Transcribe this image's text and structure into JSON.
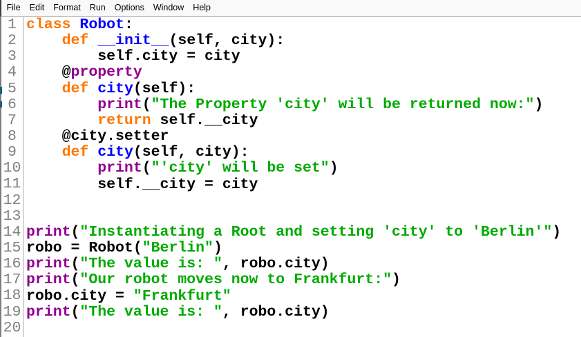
{
  "menubar": {
    "items": [
      "File",
      "Edit",
      "Format",
      "Run",
      "Options",
      "Window",
      "Help"
    ]
  },
  "editor": {
    "language": "python",
    "lines": [
      {
        "n": "1",
        "tokens": [
          [
            "k",
            "class"
          ],
          [
            "p",
            " "
          ],
          [
            "d",
            "Robot"
          ],
          [
            "p",
            ":"
          ]
        ]
      },
      {
        "n": "2",
        "tokens": [
          [
            "p",
            "    "
          ],
          [
            "k",
            "def"
          ],
          [
            "p",
            " "
          ],
          [
            "d",
            "__init__"
          ],
          [
            "p",
            "(self, city):"
          ]
        ]
      },
      {
        "n": "3",
        "tokens": [
          [
            "p",
            "        self.city = city"
          ]
        ]
      },
      {
        "n": "4",
        "tokens": [
          [
            "p",
            "    @"
          ],
          [
            "b",
            "property"
          ]
        ]
      },
      {
        "n": "5",
        "tokens": [
          [
            "p",
            "    "
          ],
          [
            "k",
            "def"
          ],
          [
            "p",
            " "
          ],
          [
            "d",
            "city"
          ],
          [
            "p",
            "(self):"
          ]
        ]
      },
      {
        "n": "6",
        "tokens": [
          [
            "p",
            "        "
          ],
          [
            "b",
            "print"
          ],
          [
            "p",
            "("
          ],
          [
            "s",
            "\"The Property 'city' will be returned now:\""
          ],
          [
            "p",
            ")"
          ]
        ]
      },
      {
        "n": "7",
        "tokens": [
          [
            "p",
            "        "
          ],
          [
            "k",
            "return"
          ],
          [
            "p",
            " self.__city"
          ]
        ]
      },
      {
        "n": "8",
        "tokens": [
          [
            "p",
            "    @city.setter"
          ]
        ]
      },
      {
        "n": "9",
        "tokens": [
          [
            "p",
            "    "
          ],
          [
            "k",
            "def"
          ],
          [
            "p",
            " "
          ],
          [
            "d",
            "city"
          ],
          [
            "p",
            "(self, city):"
          ]
        ]
      },
      {
        "n": "10",
        "tokens": [
          [
            "p",
            "        "
          ],
          [
            "b",
            "print"
          ],
          [
            "p",
            "("
          ],
          [
            "s",
            "\"'city' will be set\""
          ],
          [
            "p",
            ")"
          ]
        ]
      },
      {
        "n": "11",
        "tokens": [
          [
            "p",
            "        self.__city = city"
          ]
        ]
      },
      {
        "n": "12",
        "tokens": []
      },
      {
        "n": "13",
        "tokens": []
      },
      {
        "n": "14",
        "tokens": [
          [
            "b",
            "print"
          ],
          [
            "p",
            "("
          ],
          [
            "s",
            "\"Instantiating a Root and setting 'city' to 'Berlin'\""
          ],
          [
            "p",
            ")"
          ]
        ]
      },
      {
        "n": "15",
        "tokens": [
          [
            "p",
            "robo = Robot("
          ],
          [
            "s",
            "\"Berlin\""
          ],
          [
            "p",
            ")"
          ]
        ]
      },
      {
        "n": "16",
        "tokens": [
          [
            "b",
            "print"
          ],
          [
            "p",
            "("
          ],
          [
            "s",
            "\"The value is: \""
          ],
          [
            "p",
            ", robo.city)"
          ]
        ]
      },
      {
        "n": "17",
        "tokens": [
          [
            "b",
            "print"
          ],
          [
            "p",
            "("
          ],
          [
            "s",
            "\"Our robot moves now to Frankfurt:\""
          ],
          [
            "p",
            ")"
          ]
        ]
      },
      {
        "n": "18",
        "tokens": [
          [
            "p",
            "robo.city = "
          ],
          [
            "s",
            "\"Frankfurt\""
          ]
        ]
      },
      {
        "n": "19",
        "tokens": [
          [
            "b",
            "print"
          ],
          [
            "p",
            "("
          ],
          [
            "s",
            "\"The value is: \""
          ],
          [
            "p",
            ", robo.city)"
          ]
        ]
      },
      {
        "n": "20",
        "tokens": []
      }
    ]
  },
  "colors": {
    "keyword": "#FF7700",
    "definition": "#0000FF",
    "string": "#00AA00",
    "builtin": "#900090",
    "plain": "#000000",
    "line_number": "#808080"
  }
}
